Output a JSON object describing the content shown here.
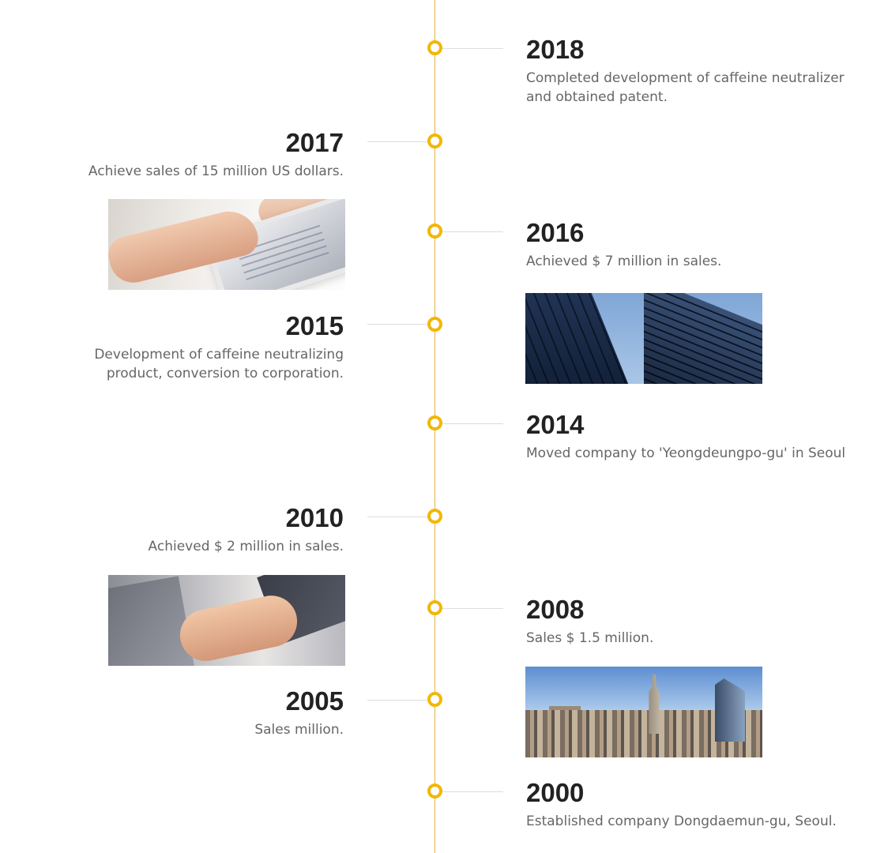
{
  "colors": {
    "line": "#e6b24a",
    "node": "#f2b705",
    "year_text": "#222222",
    "desc_text": "#666666",
    "connector": "#dddddd"
  },
  "entries": [
    {
      "year": "2018",
      "side": "right",
      "description": "Completed development of caffeine neutralizer and obtained patent."
    },
    {
      "year": "2017",
      "side": "left",
      "description": "Achieve sales of 15 million US dollars."
    },
    {
      "year": "2016",
      "side": "right",
      "description": "Achieved $ 7 million in sales."
    },
    {
      "year": "2015",
      "side": "left",
      "description": "Development of caffeine neutralizing product, conversion to corporation."
    },
    {
      "year": "2014",
      "side": "right",
      "description": "Moved company to 'Yeongdeungpo-gu' in Seoul"
    },
    {
      "year": "2010",
      "side": "left",
      "description": "Achieved $ 2 million in sales."
    },
    {
      "year": "2008",
      "side": "right",
      "description": "Sales $ 1.5 million."
    },
    {
      "year": "2005",
      "side": "left",
      "description": "Sales million."
    },
    {
      "year": "2000",
      "side": "right",
      "description": "Established company Dongdaemun-gu, Seoul."
    }
  ],
  "photos": [
    {
      "subject": "hand-on-tablet",
      "side": "left"
    },
    {
      "subject": "glass-skyscrapers",
      "side": "right"
    },
    {
      "subject": "business-handshake",
      "side": "left"
    },
    {
      "subject": "city-skyline",
      "side": "right"
    }
  ]
}
